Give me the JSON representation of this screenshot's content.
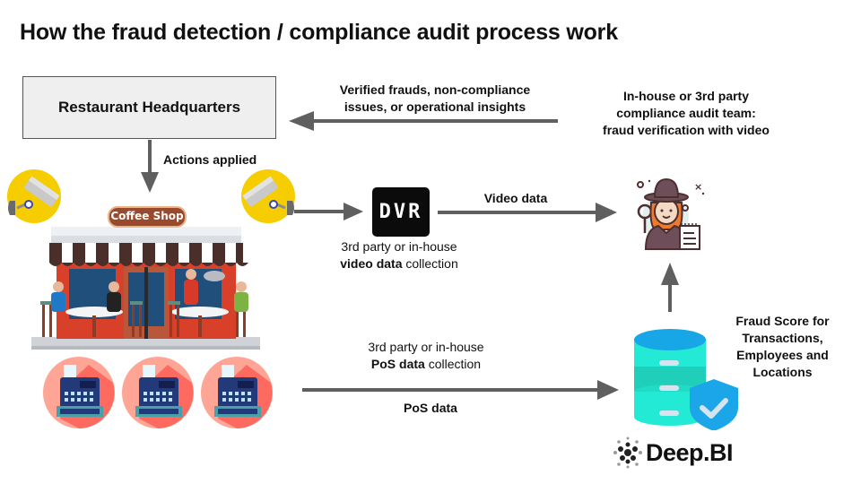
{
  "title": "How the fraud detection / compliance audit process work",
  "nodes": {
    "headquarters": {
      "label": "Restaurant Headquarters"
    },
    "audit_team": {
      "label_lines": [
        "In-house or 3rd party",
        "compliance audit team:",
        "fraud verification with video"
      ]
    },
    "dvr": {
      "icon_text": "DVR",
      "caption_line1": "3rd party or in-house",
      "caption_bold": "video data",
      "caption_rest": " collection"
    },
    "coffee_shop": {
      "sign_text": "Coffee Shop"
    },
    "database": {
      "brand": "Deep.BI"
    },
    "pos_terminals": {
      "count": 3
    }
  },
  "edges": {
    "insights": {
      "label_lines": [
        "Verified frauds, non-compliance",
        "issues, or operational insights"
      ]
    },
    "actions": {
      "label": "Actions applied"
    },
    "video": {
      "label": "Video data"
    },
    "pos_collection": {
      "caption_line1": "3rd party or in-house",
      "caption_bold": "PoS data",
      "caption_rest": " collection"
    },
    "pos": {
      "label": "PoS data"
    },
    "fraud_score": {
      "label_lines": [
        "Fraud Score for",
        "Transactions,",
        "Employees and",
        "Locations"
      ]
    }
  },
  "colors": {
    "arrow": "#5f5f5f",
    "camera_bg": "#f5cd00",
    "pos_bg": "#ff7a6e",
    "db_top": "#17a6e6",
    "db_body": "#22ead4",
    "shield": "#1aa6e8",
    "awning_dark": "#4a2e2a",
    "shop_red": "#d9402a"
  }
}
